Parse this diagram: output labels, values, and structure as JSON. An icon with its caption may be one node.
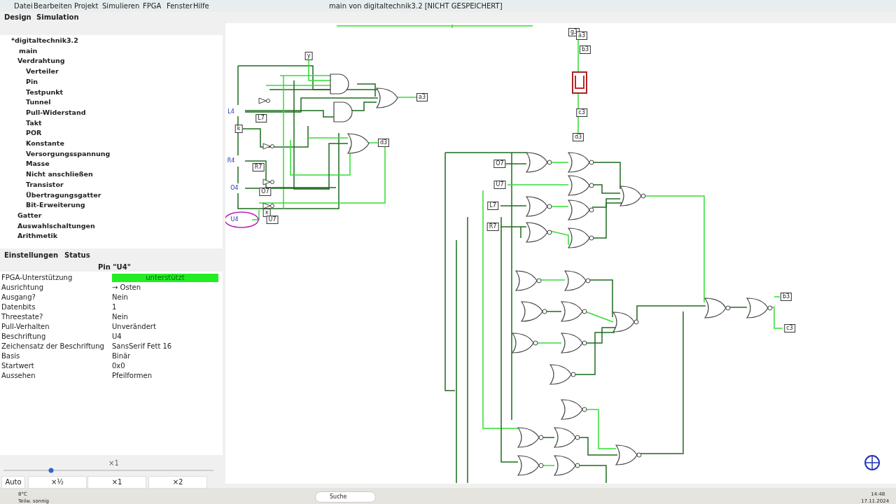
{
  "diagram": {
    "labels": [
      "Datei",
      "Bearbeiten",
      "Projekt",
      "Simulieren",
      "FPGA",
      "Fenster",
      "Hilfe",
      "main von digitaltechnik3.2 [NICHT GESPEICHERT]",
      "Design",
      "Simulation",
      "*digitaltechnik3.2",
      "main",
      "Verdrahtung",
      "Verteiler",
      "Pin",
      "Testpunkt",
      "Tunnel",
      "Pull-Widerstand",
      "Takt",
      "POR",
      "Konstante",
      "Versorgungsspannung",
      "Masse",
      "Nicht anschließen",
      "Transistor",
      "Übertragungsgatter",
      "Bit-Erweiterung",
      "Gatter",
      "Auswahlschaltungen",
      "Arithmetik",
      "Einstellungen",
      "Status",
      "Pin \"U4\"",
      "FPGA-Unterstützung",
      "unterstützt",
      "Ausrichtung",
      "→ Osten",
      "Ausgang?",
      "Nein",
      "Datenbits",
      "1",
      "Threestate?",
      "Nein",
      "Pull-Verhalten",
      "Unverändert",
      "Beschriftung",
      "U4",
      "Zeichensatz der Beschriftung",
      "SansSerif Fett 16",
      "Basis",
      "Binär",
      "Startwert",
      "0x0",
      "Aussehen",
      "Pfeilformen",
      "×1",
      "Auto",
      "×½",
      "×1",
      "×2",
      "y",
      "a3",
      "L4",
      "L7",
      "k",
      "d3",
      "R4",
      "R7",
      "O4",
      "O7",
      "x",
      "U4",
      "U7",
      "g3",
      "a3",
      "b3",
      "c3",
      "d3",
      "O7",
      "U7",
      "L7",
      "R7",
      "b3",
      "c3",
      "8°C",
      "Teilw. sonnig",
      "Suche",
      "14:48",
      "17.11.2024"
    ]
  }
}
